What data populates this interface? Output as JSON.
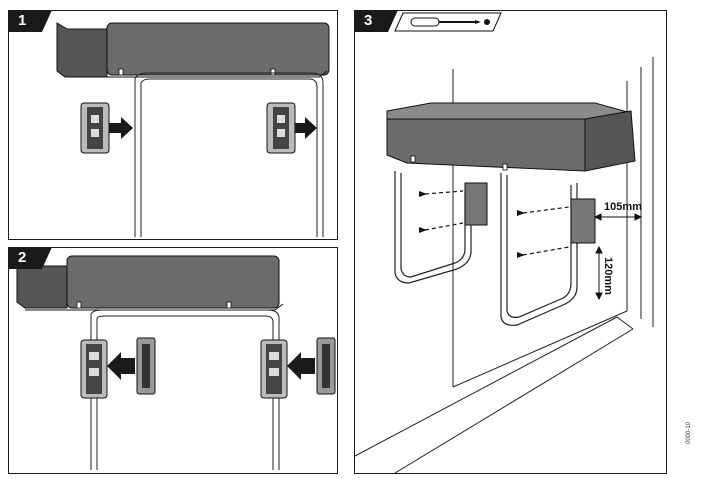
{
  "panels": [
    {
      "id": "1",
      "step_label": "1"
    },
    {
      "id": "2",
      "step_label": "2"
    },
    {
      "id": "3",
      "step_label": "3"
    }
  ],
  "dimensions": {
    "horizontal": "105mm",
    "vertical": "120mm"
  },
  "tools": {
    "step3": [
      "screwdriver-icon",
      "screw-icon"
    ]
  },
  "doc_code": "0000-10",
  "colors": {
    "unit_fill": "#6b6b6b",
    "unit_top": "#8a8a8a",
    "arrow": "#1a1a1a",
    "line": "#1a1a1a",
    "badge": "#1a1a1a"
  }
}
